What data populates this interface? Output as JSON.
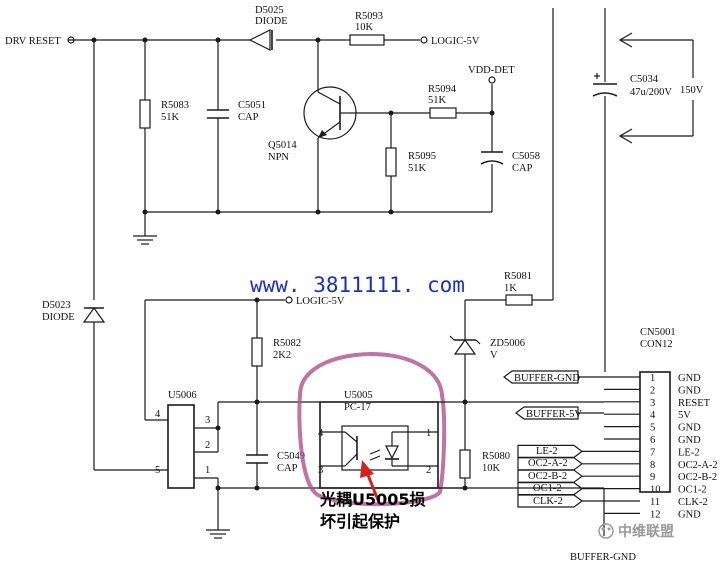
{
  "labels": {
    "drv_reset": "DRV RESET",
    "d5025_ref": "D5025",
    "d5025_type": "DIODE",
    "r5093_ref": "R5093",
    "r5093_val": "10K",
    "logic5v_top": "LOGIC-5V",
    "vdd_det": "VDD-DET",
    "r5083_ref": "R5083",
    "r5083_val": "51K",
    "c5051_ref": "C5051",
    "c5051_type": "CAP",
    "q5014_ref": "Q5014",
    "q5014_type": "NPN",
    "r5094_ref": "R5094",
    "r5094_val": "51K",
    "r5095_ref": "R5095",
    "r5095_val": "51K",
    "c5058_ref": "C5058",
    "c5058_type": "CAP",
    "c5034_ref": "C5034",
    "c5034_val": "47u/200V",
    "v150": "150V",
    "url": "www. 3811111. com",
    "d5023_ref": "D5023",
    "d5023_type": "DIODE",
    "logic5v_mid": "LOGIC-5V",
    "r5081_ref": "R5081",
    "r5081_val": "1K",
    "r5082_ref": "R5082",
    "r5082_val": "2K2",
    "zd5006_ref": "ZD5006",
    "zd5006_val": "V",
    "cn5001_ref": "CN5001",
    "cn5001_type": "CON12",
    "u5006_ref": "U5006",
    "u5006_pin4": "4",
    "u5006_pin3": "3",
    "u5006_pin2": "2",
    "u5006_pin5": "5",
    "u5006_pin1": "1",
    "c5049_ref": "C5049",
    "c5049_type": "CAP",
    "u5005_ref": "U5005",
    "u5005_type": "PC-17",
    "u5005_pin4": "4",
    "u5005_pin1": "1",
    "u5005_pin3": "3",
    "u5005_pin2": "2",
    "r5080_ref": "R5080",
    "r5080_val": "10K",
    "buffer_gnd_net": "BUFFER-GND",
    "buffer_5v_net": "BUFFER-5V",
    "buffer_gnd_bottom": "BUFFER-GND",
    "annotation_line1": "光耦U5005损",
    "annotation_line2": "坏引起保护",
    "watermark": "中维联盟"
  },
  "signals": [
    "LE-2",
    "OC2-A-2",
    "OC2-B-2",
    "OC1-2",
    "CLK-2"
  ],
  "connector": {
    "pins": [
      "1",
      "2",
      "3",
      "4",
      "5",
      "6",
      "7",
      "8",
      "9",
      "10",
      "11",
      "12"
    ],
    "names": [
      "GND",
      "GND",
      "RESET",
      "5V",
      "GND",
      "GND",
      "LE-2",
      "OC2-A-2",
      "OC2-B-2",
      "OC1-2",
      "CLK-2",
      "GND"
    ]
  },
  "colors": {
    "wire": "#1a1a1a",
    "url": "#1a2fd0",
    "highlight": "#b0508f",
    "arrow": "#d62020",
    "watermark": "#9a9a9a"
  }
}
